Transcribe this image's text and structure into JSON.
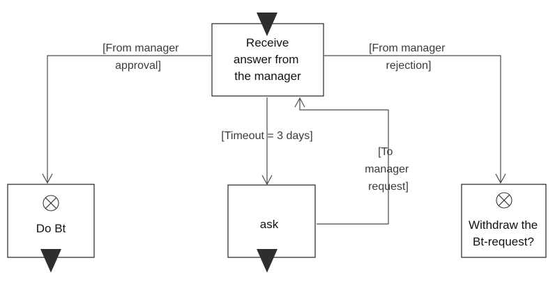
{
  "nodes": {
    "receive": {
      "lines": [
        "Receive",
        "answer from",
        "the manager"
      ]
    },
    "do_bt": {
      "lines": [
        "Do Bt"
      ]
    },
    "ask": {
      "lines": [
        "ask"
      ]
    },
    "withdraw": {
      "lines": [
        "Withdraw the",
        "Bt-request?"
      ]
    }
  },
  "edges": {
    "approval": {
      "lines": [
        "[From manager",
        "approval]"
      ]
    },
    "rejection": {
      "lines": [
        "[From manager",
        "rejection]"
      ]
    },
    "timeout": {
      "lines": [
        "[Timeout = 3 days]"
      ]
    },
    "manager_request": {
      "lines": [
        "[To",
        "manager",
        "request]"
      ]
    }
  },
  "colors": {
    "stroke": "#222222",
    "line": "#4a4a4a",
    "marker": "#2e2e2e",
    "background": "#ffffff"
  }
}
